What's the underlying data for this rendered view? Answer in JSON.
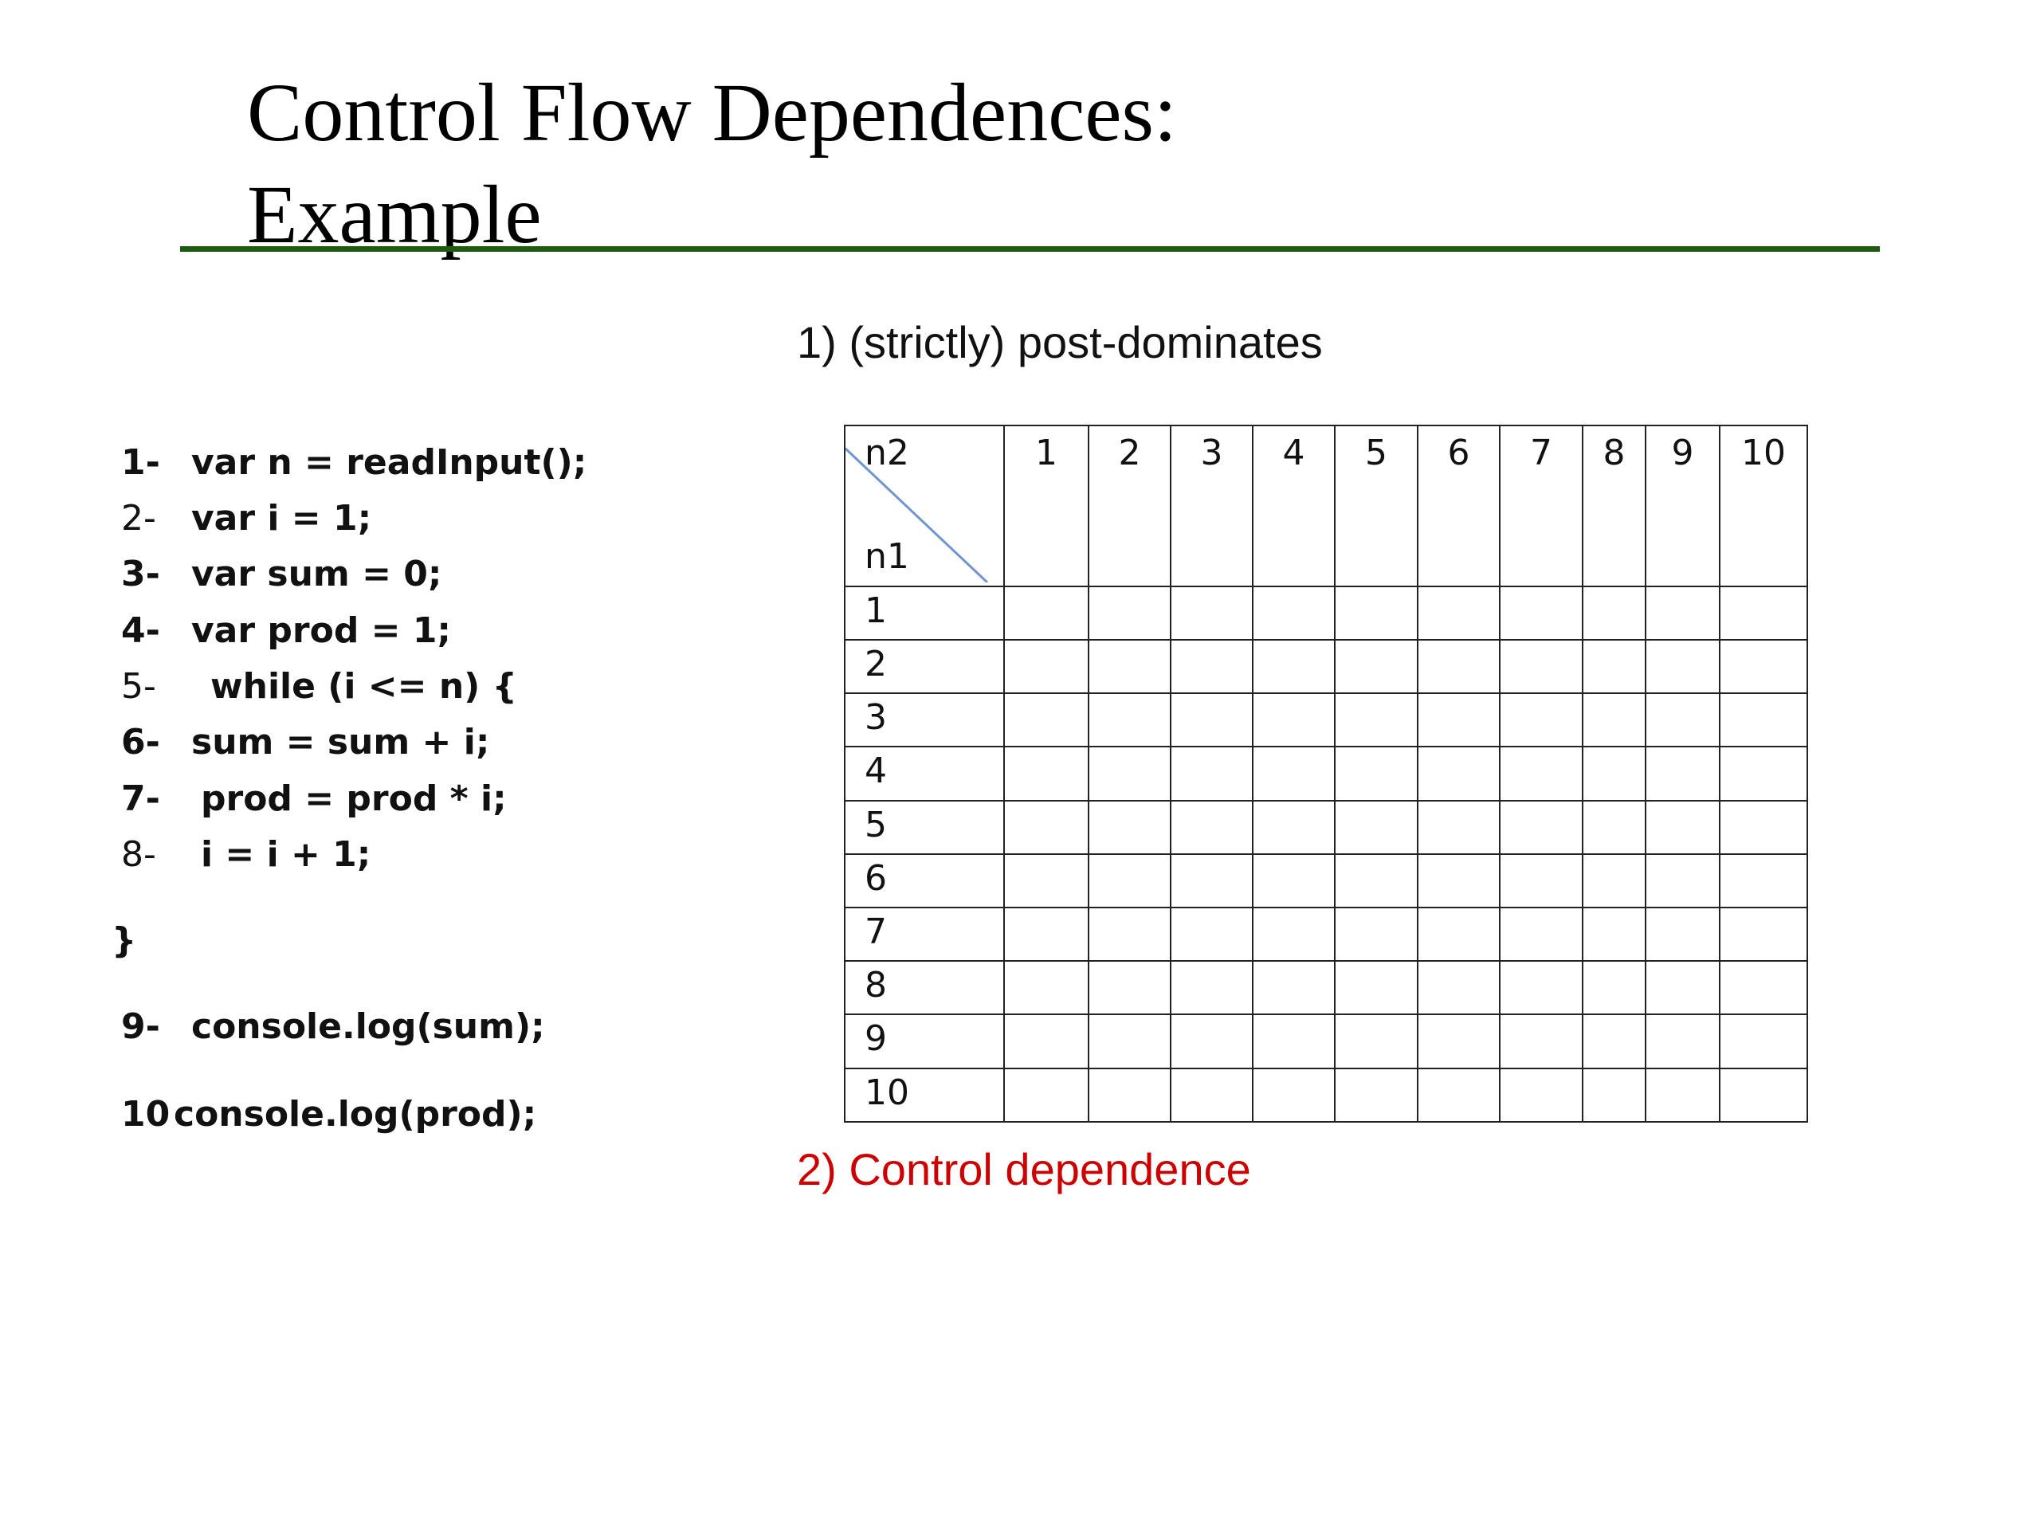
{
  "title": {
    "line1": "Control Flow Dependences:",
    "line2": "Example"
  },
  "code": {
    "lines": [
      {
        "num": "1-",
        "text": "var n = readInput();"
      },
      {
        "num": "2-",
        "text": "var i = 1;"
      },
      {
        "num": "3-",
        "text": "var sum = 0;"
      },
      {
        "num": "4-",
        "text": "var prod = 1;"
      },
      {
        "num": "5-",
        "text": "while (i <= n) {"
      },
      {
        "num": "6-",
        "text": "sum = sum + i;"
      },
      {
        "num": "7-",
        "text": "prod = prod * i;"
      },
      {
        "num": "8-",
        "text": "i = i + 1;"
      },
      {
        "num": "",
        "text": "}"
      },
      {
        "num": "9-",
        "text": "console.log(sum);"
      },
      {
        "num": "10",
        "text": "console.log(prod);"
      }
    ]
  },
  "section1": "1) (strictly) post-dominates",
  "section2": "2) Control dependence",
  "grid": {
    "corner_top": "n2",
    "corner_bottom": "n1",
    "columns": [
      "1",
      "2",
      "3",
      "4",
      "5",
      "6",
      "7",
      "8",
      "9",
      "10"
    ],
    "rows": [
      "1",
      "2",
      "3",
      "4",
      "5",
      "6",
      "7",
      "8",
      "9",
      "10"
    ],
    "diagonal_color": "#6f96d0",
    "border_color": "#222222"
  },
  "colors": {
    "title_rule": "#1e5b12",
    "section2": "#cc0000"
  }
}
